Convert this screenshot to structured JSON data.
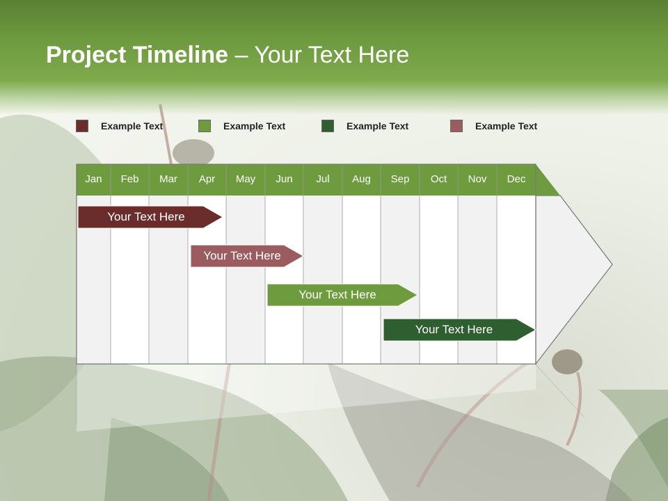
{
  "slide": {
    "title_bold": "Project Timeline",
    "title_rest": " – Your Text Here"
  },
  "legend": [
    {
      "label": "Example Text",
      "color": "#6b2c2c"
    },
    {
      "label": "Example Text",
      "color": "#6e9b3d"
    },
    {
      "label": "Example Text",
      "color": "#2f5f31"
    },
    {
      "label": "Example Text",
      "color": "#9a5c5e"
    }
  ],
  "timeline": {
    "months": [
      "Jan",
      "Feb",
      "Mar",
      "Apr",
      "May",
      "Jun",
      "Jul",
      "Aug",
      "Sep",
      "Oct",
      "Nov",
      "Dec"
    ],
    "header_color": "#6e9b3d",
    "bars": [
      {
        "label": "Your  Text Here",
        "color": "#6b2c2c"
      },
      {
        "label": "Your  Text Here",
        "color": "#9a5c5e"
      },
      {
        "label": "Your  Text Here",
        "color": "#6e9b3d"
      },
      {
        "label": "Your  Text Here",
        "color": "#2f5f31"
      }
    ]
  }
}
